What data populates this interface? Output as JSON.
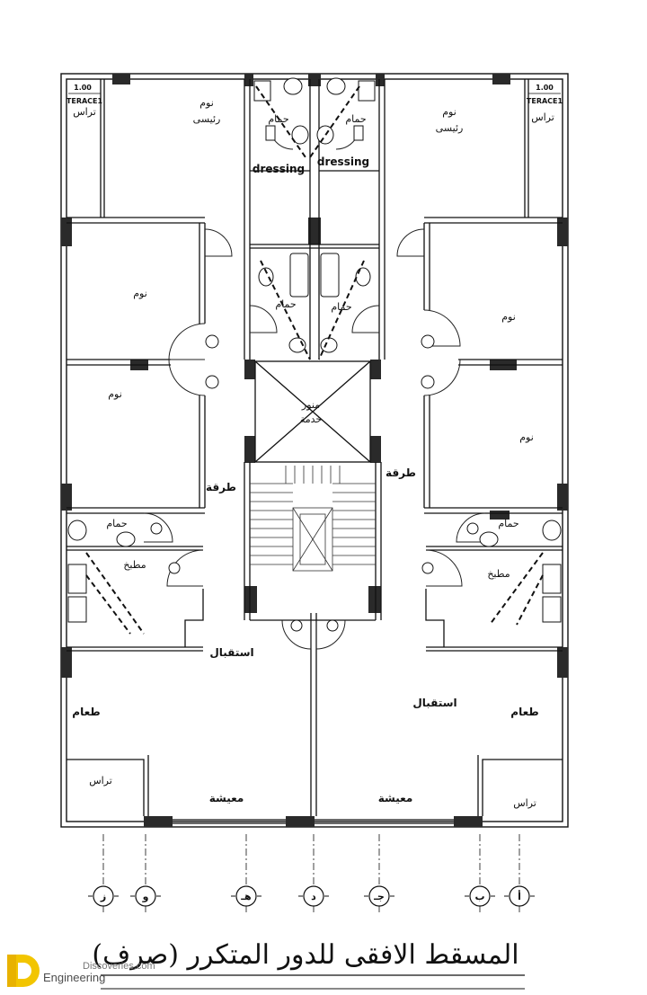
{
  "plan": {
    "title": "المسقط الافقى للدور المتكرر (صرف)",
    "terrace_dim": "1.00",
    "terrace_tag": "TERACE1",
    "rooms": {
      "terrace": "تراس",
      "master_bed": "نوم",
      "master_bed_sub": "رئيسى",
      "bath": "حمام",
      "dressing": "dressing",
      "bedroom": "نوم",
      "corridor": "طرقة",
      "kitchen": "مطبخ",
      "reception": "استقبال",
      "dining": "طعام",
      "living": "معيشة",
      "shaft": "منور",
      "shaft_sub": "خدمة"
    },
    "axes": [
      "ز",
      "و",
      "هـ",
      "د",
      "جـ",
      "ب",
      "أ"
    ]
  },
  "brand": {
    "name": "Engineering",
    "site": "Discoveries.com"
  }
}
